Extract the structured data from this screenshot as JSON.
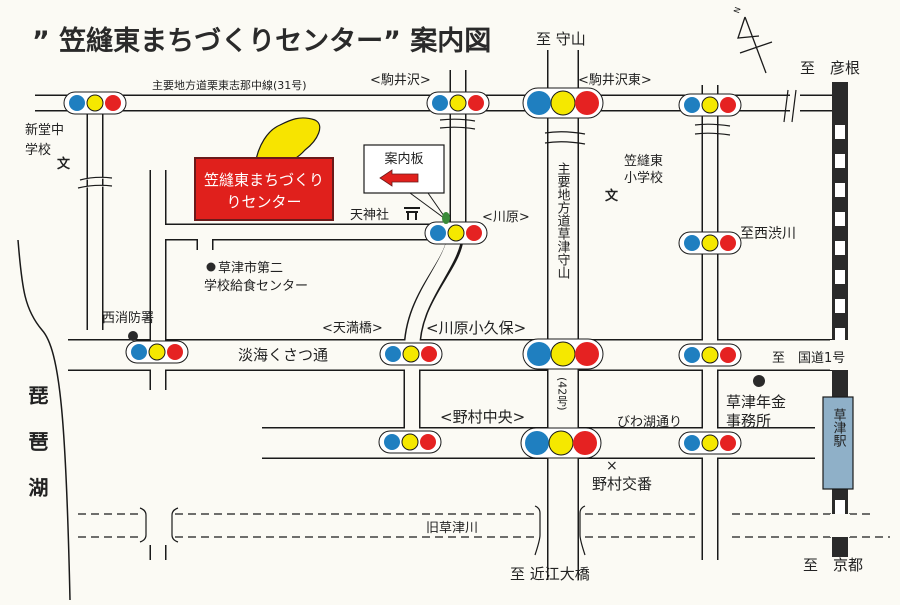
{
  "title": "” 笠縫東まちづくりセンター” 案内図",
  "destinations": {
    "moriyama": "至 守山",
    "hikone": "至　彦根",
    "nishishibukawa": "至西渋川",
    "kokudo1": "至　国道1号",
    "kyoto": "至　京都",
    "omi_ohashi": "至 近江大橋"
  },
  "roads": {
    "route31": "主要地方道栗東志那中線(31号)",
    "route42_name": "主要地方道草津守山",
    "route42_number": "(42号)",
    "oumi_kusatsu": "淡海くさつ通",
    "biwako_dori": "びわ湖通り",
    "old_kusatsu_river": "旧草津川"
  },
  "intersections": {
    "komaizawa": "<駒井沢>",
    "komaizawa_higashi": "<駒井沢東>",
    "kawahara": "<川原>",
    "tenmanbashi": "<天満橋>",
    "kawahara_okubo": "<川原小久保>",
    "nomura_chuo": "<野村中央>"
  },
  "landmarks": {
    "center_line1": "笠縫東まちづくり",
    "center_line2": "りセンター",
    "info_board": "案内板",
    "tenjinsha": "天神社",
    "shindo_jhs_1": "新堂中",
    "shindo_jhs_2": "学校",
    "kasanui_es_1": "笠縫東",
    "kasanui_es_2": "小学校",
    "lunch_center_1": "草津市第二",
    "lunch_center_2": "学校給食センター",
    "fire_station": "西消防署",
    "pension_office_1": "草津年金",
    "pension_office_2": "事務所",
    "police_box": "野村交番",
    "station": "草津駅",
    "lake": "琵琶湖",
    "north": "N"
  },
  "colors": {
    "signal_blue": "#1f7fc0",
    "signal_yellow": "#f5e800",
    "signal_red": "#e52222",
    "center_box": "#e0201c",
    "station": "#8fb0c8",
    "hand": "#f7e400"
  }
}
